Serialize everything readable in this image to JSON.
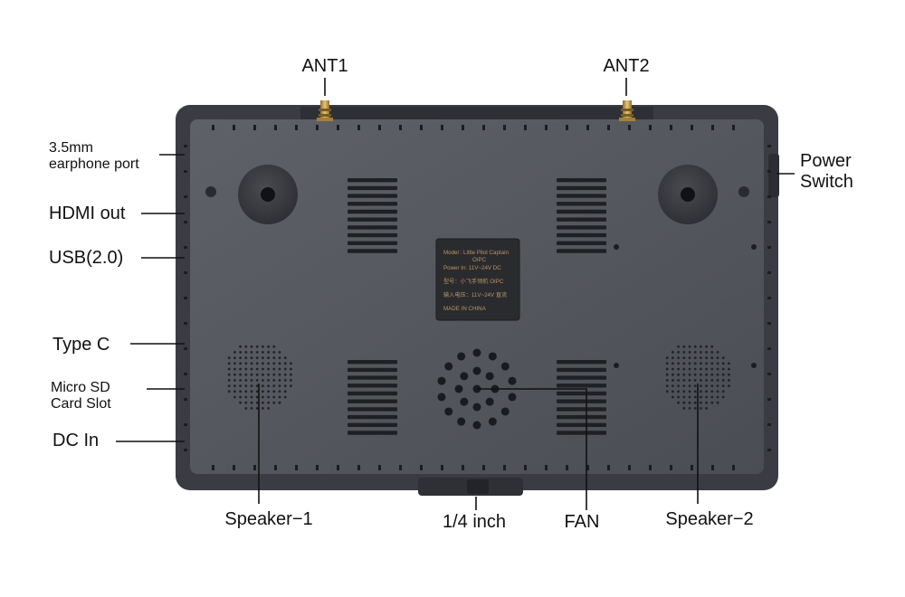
{
  "labels": {
    "ant1": "ANT1",
    "ant2": "ANT2",
    "earphone_line1": "3.5mm",
    "earphone_line2": "earphone port",
    "hdmi": "HDMI out",
    "usb": "USB(2.0)",
    "typec": "Type C",
    "microsd_line1": "Micro SD",
    "microsd_line2": "Card Slot",
    "dcin": "DC In",
    "power_line1": "Power",
    "power_line2": "Switch",
    "speaker1": "Speaker−1",
    "quarter_inch": "1/4 inch",
    "fan": "FAN",
    "speaker2": "Speaker−2"
  },
  "nameplate": {
    "model": "Model : Little Pilot Captain",
    "model_cont": "OIPC",
    "power": "Power In: 11V~24V DC",
    "cn_model": "型号：小飞手领航 OIPC",
    "cn_power": "输入电压：11V~24V 直流",
    "made_in": "MADE IN CHINA"
  },
  "colors": {
    "body": "#3f4047",
    "back_panel": "#56585f",
    "vent": "#1f2024",
    "nameplate": "#2a2b2f",
    "nameplate_text": "#b9955f",
    "leader_line": "#111111",
    "gold": "#c9a24a"
  }
}
